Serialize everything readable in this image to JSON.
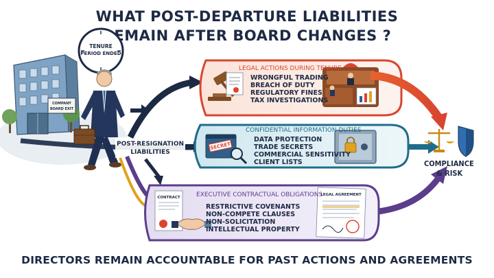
{
  "title": {
    "line1": "WHAT POST-DEPARTURE LIABILITIES",
    "line2": "REMAIN AFTER BOARD CHANGES ?"
  },
  "clock": {
    "line1": "TENURE",
    "line2": "PERIOD ENDED"
  },
  "building_sign": {
    "line1": "COMPANY",
    "line2": "BOARD EXIT"
  },
  "start_label": {
    "line1": "POST-RESIGNATION",
    "line2": "LIABILITIES"
  },
  "panels": [
    {
      "title": "LEGAL ACTIONS DURING TENURE",
      "items": [
        "WRONGFUL TRADING",
        "BREACH OF DUTY",
        "REGULATORY FINES",
        "TAX INVESTIGATIONS"
      ],
      "color": "#d9452f"
    },
    {
      "title": "CONFIDENTIAL INFORMATION DUTIES",
      "items": [
        "DATA PROTECTION",
        "TRADE SECRETS",
        "COMMERCIAL SENSITIVITY",
        "CLIENT LISTS"
      ],
      "color": "#1f6d8a"
    },
    {
      "title": "EXECUTIVE CONTRACTUAL OBLIGATIONS",
      "items": [
        "RESTRICTIVE COVENANTS",
        "NON-COMPETE CLAUSES",
        "NON-SOLICITATION",
        "INTELLECTUAL PROPERTY"
      ],
      "color": "#5b3d8c"
    }
  ],
  "secret_stamp": "SECRET",
  "contract_doc": "CONTRACT",
  "legal_agreement_doc": "LEGAL AGREEMENT",
  "outcome": {
    "line1": "COMPLIANCE",
    "line2": "& RISK"
  },
  "footer": "DIRECTORS REMAIN ACCOUNTABLE FOR PAST ACTIONS AND AGREEMENTS",
  "colors": {
    "navy": "#1d2a44",
    "red": "#d9452f",
    "teal": "#1f6d8a",
    "purple": "#5b3d8c",
    "gold": "#e0a21f"
  }
}
